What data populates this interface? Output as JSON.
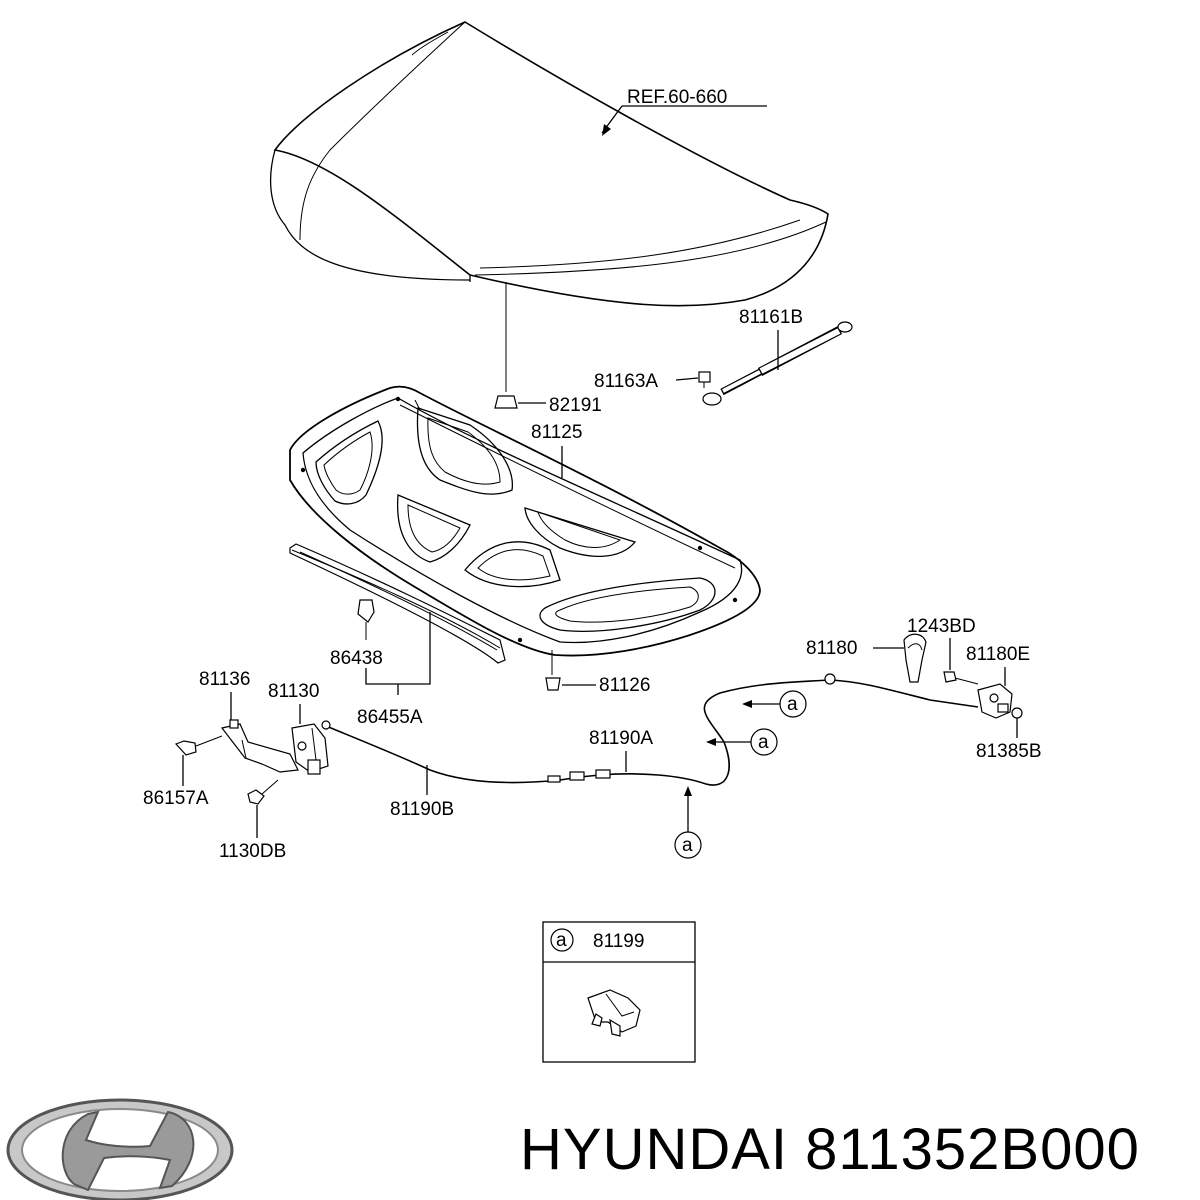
{
  "labels": {
    "ref_hood": "REF.60-660",
    "lift_strut": "81161B",
    "strut_bracket": "81163A",
    "bumper_stop": "82191",
    "insulator_pad": "81125",
    "clip_front": "86438",
    "seal_strip": "86455A",
    "pad_clip": "81126",
    "latch_bracket": "81136",
    "hood_latch": "81130",
    "bolt_latch": "86157A",
    "bolt_bracket": "1130DB",
    "cable_a": "81190A",
    "cable_b": "81190B",
    "release_handle": "81180",
    "handle_bolt": "1243BD",
    "handle_assy": "81180E",
    "handle_screw": "81385B"
  },
  "callout": "a",
  "legend": {
    "marker": "a",
    "part_no": "81199"
  },
  "brand": {
    "caption": "HYUNDAI 811352B000"
  }
}
